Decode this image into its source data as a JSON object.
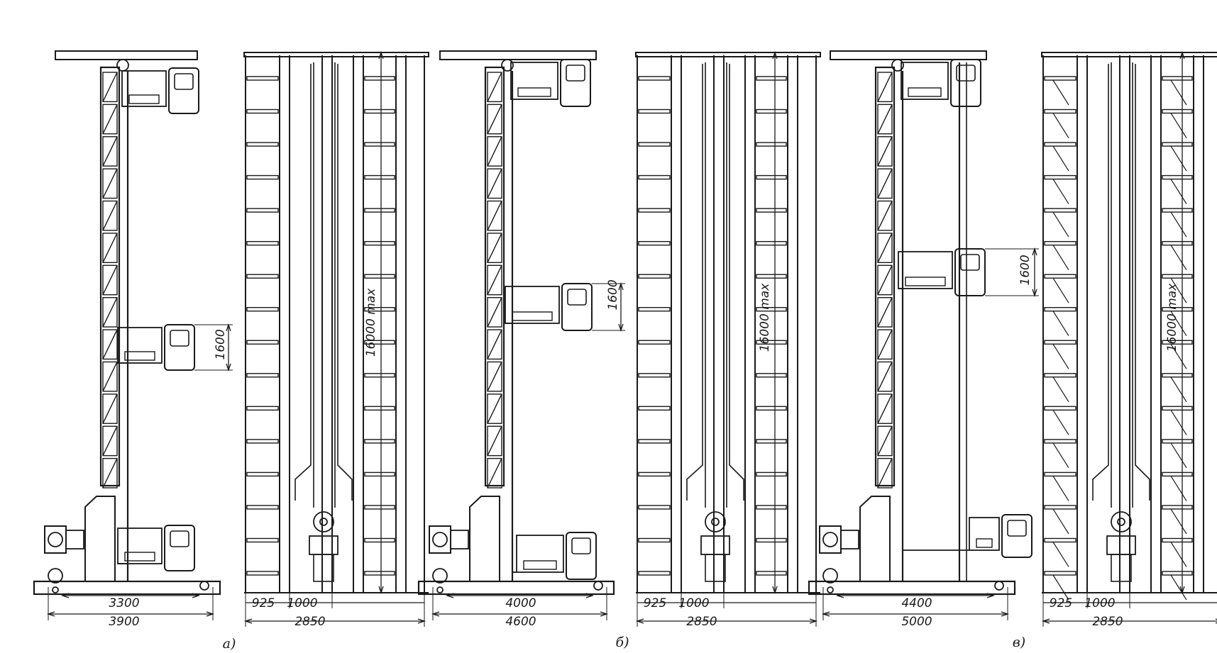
{
  "colors": {
    "ink": "#1a1a1a",
    "paper": "#ffffff"
  },
  "figures": [
    {
      "caption": "a)",
      "rail_span": "3300",
      "base_width": "3900",
      "carriage_height": "1600",
      "rack_height": "16000 max",
      "rack_bays": [
        "925",
        "1000"
      ],
      "rack_depth": "2850"
    },
    {
      "caption": "б)",
      "rail_span": "4000",
      "base_width": "4600",
      "carriage_height": "1600",
      "rack_height": "16000 max",
      "rack_bays": [
        "925",
        "1000"
      ],
      "rack_depth": "2850"
    },
    {
      "caption": "в)",
      "rail_span": "4400",
      "base_width": "5000",
      "carriage_height": "1600",
      "rack_height": "16000 max",
      "rack_bays": [
        "925",
        "1000"
      ],
      "rack_depth": "2850"
    }
  ]
}
